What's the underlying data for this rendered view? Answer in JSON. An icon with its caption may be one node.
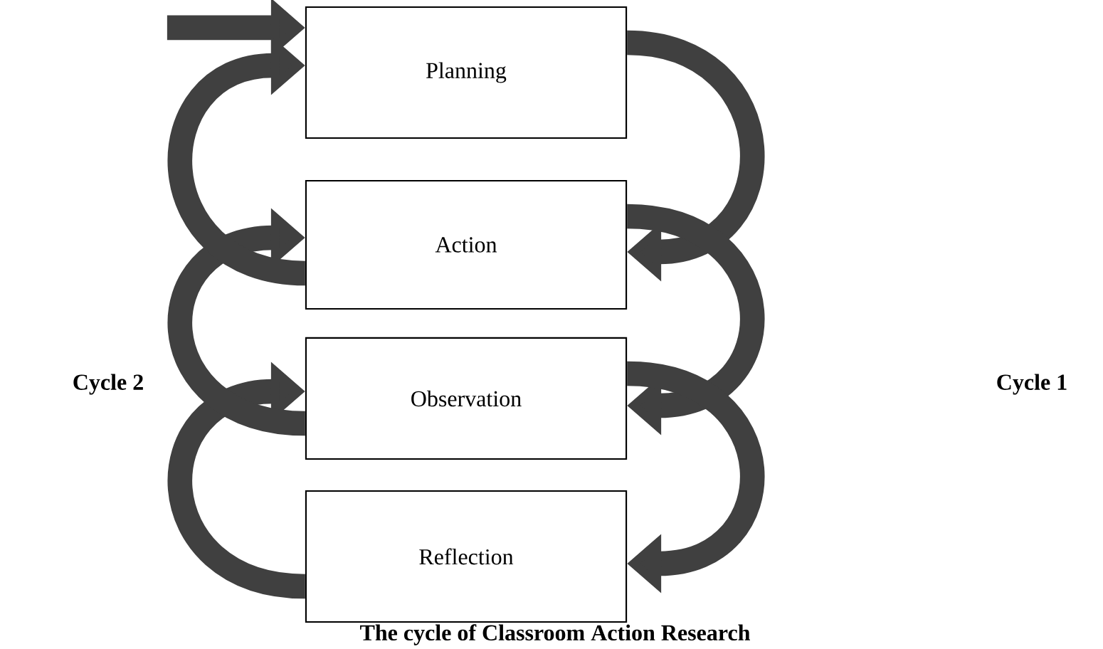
{
  "diagram": {
    "caption": "The cycle of Classroom Action Research",
    "nodes": [
      {
        "text": [
          "Planning"
        ]
      },
      {
        "text": [
          "Action"
        ]
      },
      {
        "text": [
          "Observation"
        ]
      },
      {
        "text": [
          "Reflection"
        ]
      }
    ],
    "edges": [
      {
        "from": null,
        "to": 0,
        "arrow": "to"
      },
      {
        "from": 0,
        "to": 1,
        "arrow": "to"
      },
      {
        "from": 1,
        "to": 2,
        "arrow": "to"
      },
      {
        "from": 2,
        "to": 3,
        "arrow": "to"
      },
      {
        "from": 3,
        "to": 2,
        "arrow": "to"
      },
      {
        "from": 2,
        "to": 1,
        "arrow": "to"
      },
      {
        "from": 1,
        "to": 0,
        "arrow": "to"
      }
    ],
    "labels": [
      "Cycle 2",
      "Cycle 1"
    ]
  }
}
